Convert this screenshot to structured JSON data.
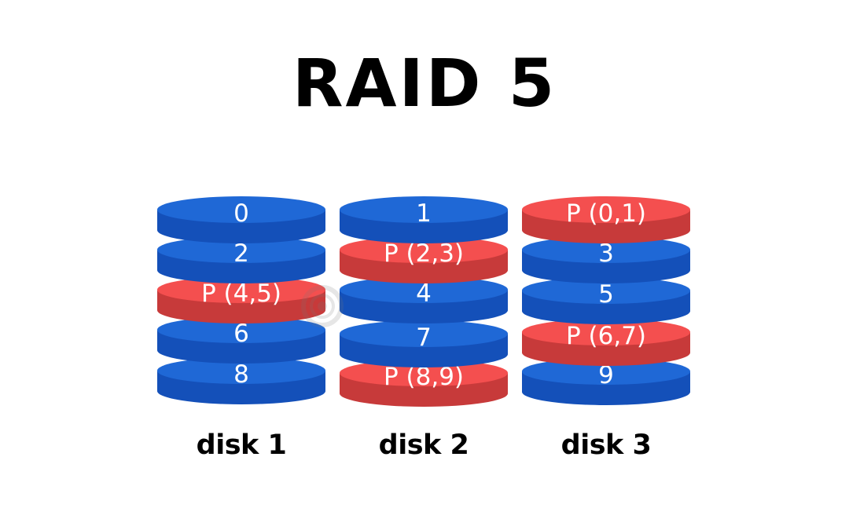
{
  "title": "RAID 5",
  "colors": {
    "data_top": "#1f68d6",
    "data_side": "#1450b9",
    "parity_top": "#f44f4f",
    "parity_side": "#c73a3a",
    "block_text": "#ffffff",
    "label_text": "#000000"
  },
  "disks": [
    {
      "label": "disk 1",
      "blocks": [
        {
          "text": "0",
          "type": "data"
        },
        {
          "text": "2",
          "type": "data"
        },
        {
          "text": "P (4,5)",
          "type": "parity"
        },
        {
          "text": "6",
          "type": "data"
        },
        {
          "text": "8",
          "type": "data"
        }
      ]
    },
    {
      "label": "disk 2",
      "blocks": [
        {
          "text": "1",
          "type": "data"
        },
        {
          "text": "P (2,3)",
          "type": "parity"
        },
        {
          "text": "4",
          "type": "data"
        },
        {
          "text": "7",
          "type": "data"
        },
        {
          "text": "P (8,9)",
          "type": "parity"
        }
      ]
    },
    {
      "label": "disk 3",
      "blocks": [
        {
          "text": "P (0,1)",
          "type": "parity"
        },
        {
          "text": "3",
          "type": "data"
        },
        {
          "text": "5",
          "type": "data"
        },
        {
          "text": "P (6,7)",
          "type": "parity"
        },
        {
          "text": "9",
          "type": "data"
        }
      ]
    }
  ]
}
